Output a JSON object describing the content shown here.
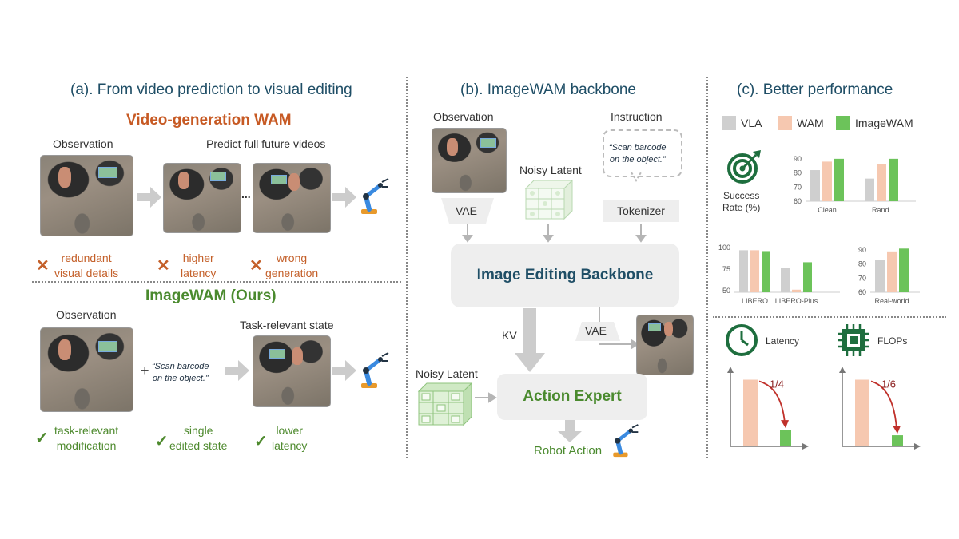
{
  "panel_a": {
    "title": "(a). From video prediction to visual editing",
    "video_wam": {
      "heading": "Video-generation WAM",
      "observation_label": "Observation",
      "predict_label": "Predict full future videos",
      "ellipsis": "...",
      "cons": [
        {
          "mark": "✕",
          "line1": "redundant",
          "line2": "visual details"
        },
        {
          "mark": "✕",
          "line1": "higher",
          "line2": "latency"
        },
        {
          "mark": "✕",
          "line1": "wrong",
          "line2": "generation"
        }
      ]
    },
    "imagewam": {
      "heading": "ImageWAM (Ours)",
      "observation_label": "Observation",
      "task_state_label": "Task-relevant  state",
      "plus": "+",
      "instruction_line1": "“Scan barcode",
      "instruction_line2": "on the object.”",
      "pros": [
        {
          "mark": "✓",
          "line1": "task-relevant",
          "line2": "modification"
        },
        {
          "mark": "✓",
          "line1": "single",
          "line2": "edited state"
        },
        {
          "mark": "✓",
          "line1": "lower",
          "line2": "latency"
        }
      ]
    }
  },
  "panel_b": {
    "title": "(b). ImageWAM backbone",
    "observation_label": "Observation",
    "instruction_label": "Instruction",
    "instruction_line1": "“Scan barcode",
    "instruction_line2": "on the object.”",
    "noisy_latent_top": "Noisy Latent",
    "vae_top": "VAE",
    "tokenizer": "Tokenizer",
    "backbone": "Image Editing Backbone",
    "kv": "KV",
    "vae_side": "VAE",
    "noisy_latent_bottom": "Noisy Latent",
    "action_expert": "Action Expert",
    "robot_action": "Robot Action"
  },
  "panel_c": {
    "title": "(c). Better performance",
    "legend": [
      "VLA",
      "WAM",
      "ImageWAM"
    ],
    "success_label_line1": "Success",
    "success_label_line2": "Rate (%)",
    "latency_label": "Latency",
    "flops_label": "FLOPs",
    "latency_ratio": "1/4",
    "flops_ratio": "1/6"
  },
  "colors": {
    "vla": "#cfcfcf",
    "wam": "#f6c8b0",
    "imagewam": "#6cc35a",
    "title": "#1f4e66",
    "arrow": "#c0302a",
    "icon": "#1e6e3e"
  },
  "chart_data": [
    {
      "type": "bar",
      "categories": [
        "Clean",
        "Rand."
      ],
      "series": [
        {
          "name": "VLA",
          "values": [
            82,
            76
          ]
        },
        {
          "name": "WAM",
          "values": [
            88,
            86
          ]
        },
        {
          "name": "ImageWAM",
          "values": [
            90,
            90
          ]
        }
      ],
      "yticks": [
        60,
        70,
        80,
        90
      ],
      "ylim": [
        60,
        95
      ]
    },
    {
      "type": "bar",
      "categories": [
        "LIBERO",
        "LIBERO-Plus"
      ],
      "series": [
        {
          "name": "VLA",
          "values": [
            97,
            76
          ]
        },
        {
          "name": "WAM",
          "values": [
            97,
            51
          ]
        },
        {
          "name": "ImageWAM",
          "values": [
            96,
            83
          ]
        }
      ],
      "yticks": [
        50,
        75,
        100
      ],
      "ylim": [
        48,
        102
      ]
    },
    {
      "type": "bar",
      "categories": [
        "Real-world"
      ],
      "series": [
        {
          "name": "VLA",
          "values": [
            83
          ]
        },
        {
          "name": "WAM",
          "values": [
            89
          ]
        },
        {
          "name": "ImageWAM",
          "values": [
            91
          ]
        }
      ],
      "yticks": [
        60,
        70,
        80,
        90
      ],
      "ylim": [
        60,
        94
      ]
    },
    {
      "type": "bar",
      "categories": [
        "WAM",
        "ImageWAM"
      ],
      "values": [
        4,
        1
      ],
      "ylim": [
        0,
        4.6
      ]
    },
    {
      "type": "bar",
      "categories": [
        "WAM",
        "ImageWAM"
      ],
      "values": [
        6,
        1
      ],
      "ylim": [
        0,
        6.9
      ]
    }
  ]
}
